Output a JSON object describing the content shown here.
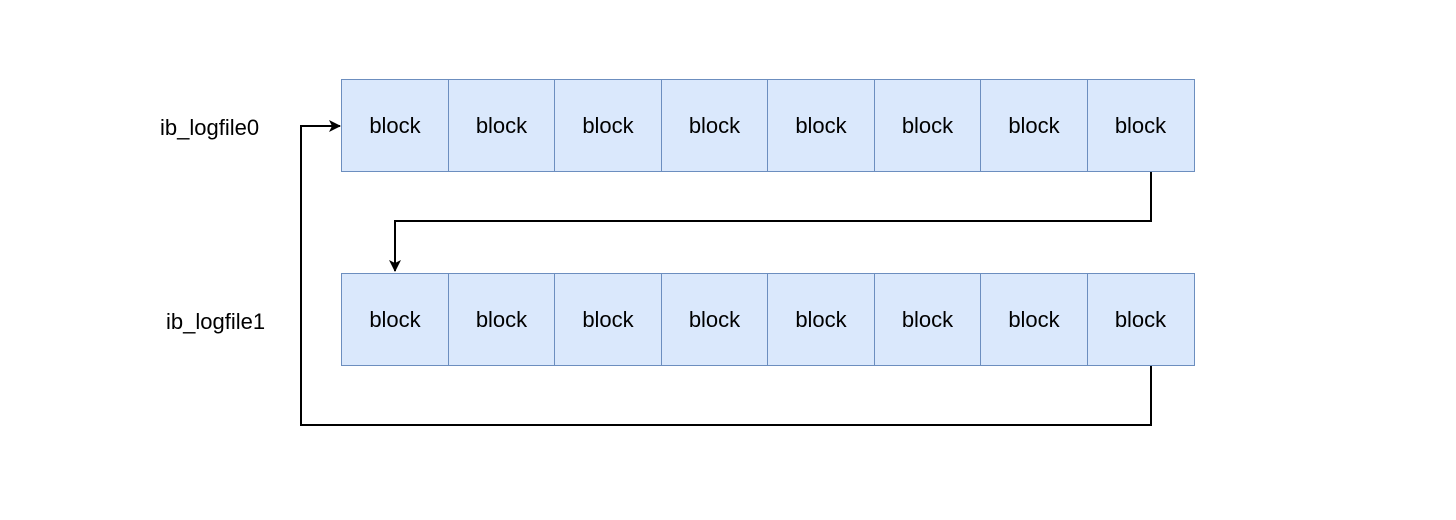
{
  "diagram": {
    "colors": {
      "block_fill": "#dae8fc",
      "block_border": "#6c8ebf",
      "arrow": "#000000"
    },
    "rows": [
      {
        "label": "ib_logfile0",
        "blocks": [
          "block",
          "block",
          "block",
          "block",
          "block",
          "block",
          "block",
          "block"
        ]
      },
      {
        "label": "ib_logfile1",
        "blocks": [
          "block",
          "block",
          "block",
          "block",
          "block",
          "block",
          "block",
          "block"
        ]
      }
    ],
    "connectors": [
      {
        "from": "ib_logfile0 last block",
        "to": "ib_logfile1 first block"
      },
      {
        "from": "ib_logfile1 last block",
        "to": "ib_logfile0 first block"
      }
    ]
  }
}
